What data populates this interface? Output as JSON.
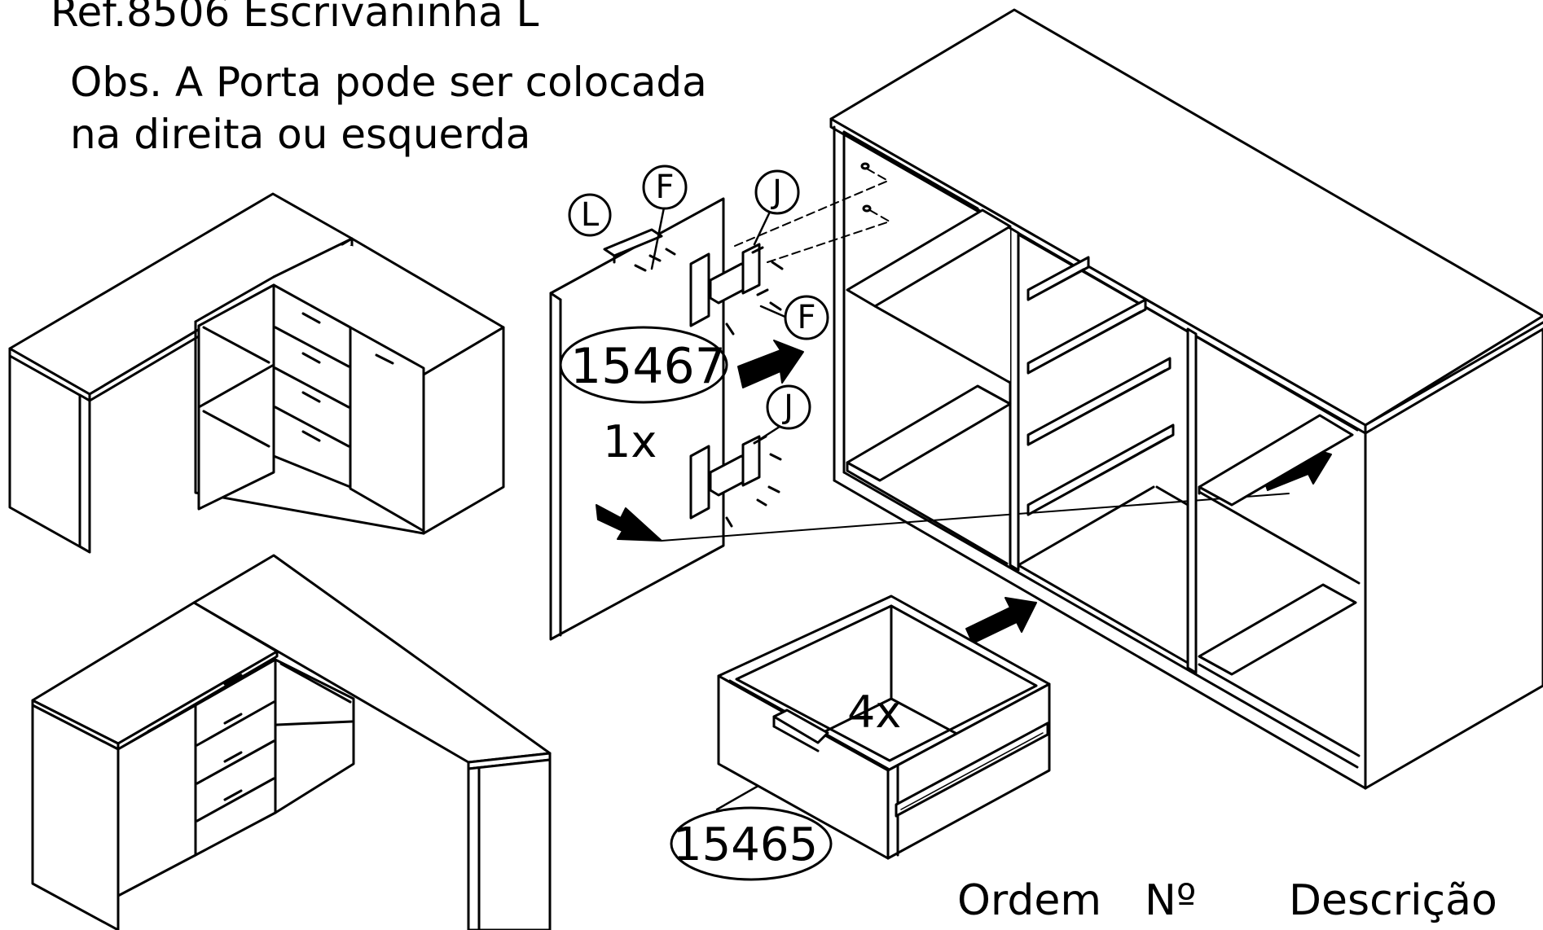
{
  "title": "Ref.8506 Escrivaninha L",
  "note": {
    "line1": "Obs. A Porta pode ser  colocada",
    "line2": "na direita ou esquerda"
  },
  "parts": {
    "door": {
      "code": "15467",
      "quantity": "1x"
    },
    "drawer": {
      "code": "15465",
      "quantity": "4x"
    }
  },
  "callouts": {
    "L": "L",
    "F_top": "F",
    "J_top": "J",
    "F_side": "F",
    "J_bottom": "J"
  },
  "table_header": {
    "ordem": "Ordem",
    "numero": "Nº",
    "descricao": "Descrição"
  },
  "colors": {
    "line": "#000000",
    "background": "#ffffff"
  }
}
